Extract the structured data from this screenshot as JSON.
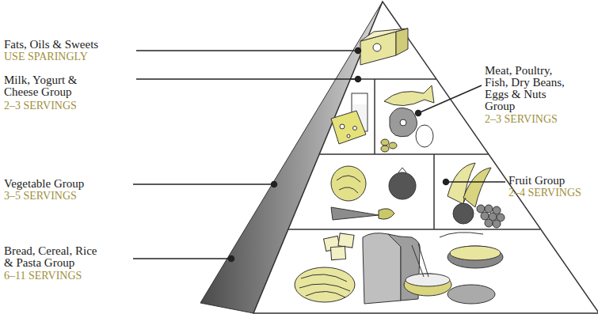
{
  "diagram": {
    "labels": [
      "Fats, Oils & Sweets",
      "USE SPARINGLY",
      "Milk, Yogurt & Cheese Group",
      "2–3 SERVINGS",
      "Meat, Poultry, Fish, Dry Beans, Eggs & Nuts Group",
      "2–3 SERVINGS",
      "Vegetable Group",
      "3–5 SERVINGS",
      "Fruit Group",
      "2–4 SERVINGS",
      "Bread, Cereal, Rice & Pasta Group",
      "6–11 SERVINGS"
    ]
  }
}
